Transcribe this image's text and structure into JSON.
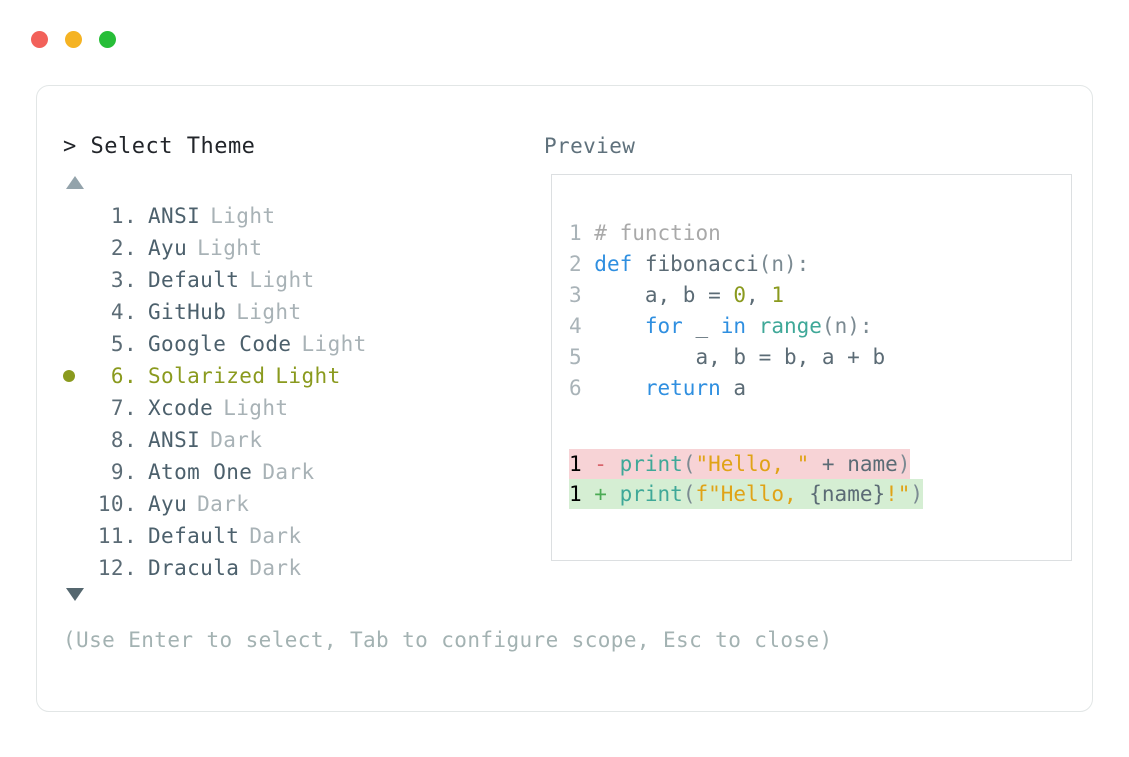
{
  "window": {
    "controls": [
      {
        "name": "close",
        "color": "#f2615a"
      },
      {
        "name": "minimize",
        "color": "#f5b323"
      },
      {
        "name": "maximize",
        "color": "#27be38"
      }
    ]
  },
  "left": {
    "prompt": "> Select Theme",
    "scroll_up_icon": "triangle-up-icon",
    "scroll_down_icon": "triangle-down-icon",
    "selected_index": 6,
    "selected_color": "#8a9a1e",
    "items": [
      {
        "num": "1.",
        "name": "ANSI",
        "variant": "Light",
        "selected": false
      },
      {
        "num": "2.",
        "name": "Ayu",
        "variant": "Light",
        "selected": false
      },
      {
        "num": "3.",
        "name": "Default",
        "variant": "Light",
        "selected": false
      },
      {
        "num": "4.",
        "name": "GitHub",
        "variant": "Light",
        "selected": false
      },
      {
        "num": "5.",
        "name": "Google Code",
        "variant": "Light",
        "selected": false
      },
      {
        "num": "6.",
        "name": "Solarized",
        "variant": "Light",
        "selected": true
      },
      {
        "num": "7.",
        "name": "Xcode",
        "variant": "Light",
        "selected": false
      },
      {
        "num": "8.",
        "name": "ANSI",
        "variant": "Dark",
        "selected": false
      },
      {
        "num": "9.",
        "name": "Atom One",
        "variant": "Dark",
        "selected": false
      },
      {
        "num": "10.",
        "name": "Ayu",
        "variant": "Dark",
        "selected": false
      },
      {
        "num": "11.",
        "name": "Default",
        "variant": "Dark",
        "selected": false
      },
      {
        "num": "12.",
        "name": "Dracula",
        "variant": "Dark",
        "selected": false
      }
    ]
  },
  "right": {
    "label": "Preview",
    "code_lines": [
      {
        "ln": "1",
        "tokens": [
          {
            "t": "# function",
            "c": "cmt"
          }
        ]
      },
      {
        "ln": "2",
        "tokens": [
          {
            "t": "def ",
            "c": "kw"
          },
          {
            "t": "fibonacci",
            "c": "id"
          },
          {
            "t": "(n):",
            "c": "punct"
          }
        ]
      },
      {
        "ln": "3",
        "tokens": [
          {
            "t": "    a, b = ",
            "c": "id"
          },
          {
            "t": "0",
            "c": "num"
          },
          {
            "t": ", ",
            "c": "id"
          },
          {
            "t": "1",
            "c": "num"
          }
        ]
      },
      {
        "ln": "4",
        "tokens": [
          {
            "t": "    ",
            "c": "id"
          },
          {
            "t": "for",
            "c": "kw"
          },
          {
            "t": " _ ",
            "c": "id"
          },
          {
            "t": "in",
            "c": "kw"
          },
          {
            "t": " ",
            "c": "id"
          },
          {
            "t": "range",
            "c": "fn"
          },
          {
            "t": "(n):",
            "c": "punct"
          }
        ]
      },
      {
        "ln": "5",
        "tokens": [
          {
            "t": "        a, b = b, a + b",
            "c": "id"
          }
        ]
      },
      {
        "ln": "6",
        "tokens": [
          {
            "t": "    ",
            "c": "id"
          },
          {
            "t": "return",
            "c": "kw"
          },
          {
            "t": " a",
            "c": "id"
          }
        ]
      }
    ],
    "diff_lines": [
      {
        "ln": "1",
        "kind": "del",
        "marker": "-",
        "tokens": [
          {
            "t": "print",
            "c": "fn"
          },
          {
            "t": "(",
            "c": "punct"
          },
          {
            "t": "\"Hello, \"",
            "c": "str"
          },
          {
            "t": " + ",
            "c": "id"
          },
          {
            "t": "name",
            "c": "id"
          },
          {
            "t": ")",
            "c": "punct"
          }
        ]
      },
      {
        "ln": "1",
        "kind": "add",
        "marker": "+",
        "tokens": [
          {
            "t": "print",
            "c": "fn"
          },
          {
            "t": "(",
            "c": "punct"
          },
          {
            "t": "f\"Hello, ",
            "c": "str"
          },
          {
            "t": "{name}",
            "c": "id"
          },
          {
            "t": "!\"",
            "c": "str"
          },
          {
            "t": ")",
            "c": "punct"
          }
        ]
      }
    ]
  },
  "footer": {
    "hint": "(Use Enter to select, Tab to configure scope, Esc to close)"
  }
}
